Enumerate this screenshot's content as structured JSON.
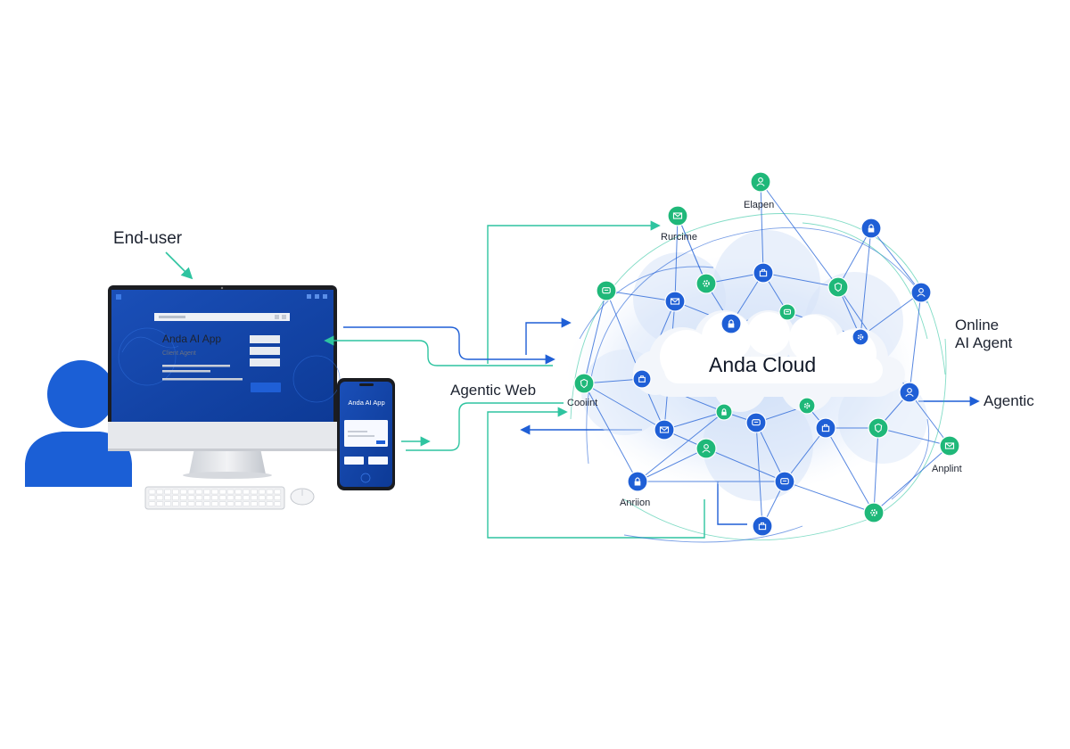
{
  "labels": {
    "end_user": "End-user",
    "agentic_web": "Agentic Web",
    "cloud_title": "Anda Cloud",
    "online_agent_line1": "Online",
    "online_agent_line2": "AI Agent",
    "agentic": "Agentic"
  },
  "desktop_app": {
    "title": "Anda AI App",
    "subtitle": "Client Agent"
  },
  "mobile_app": {
    "title": "Anda AI App"
  },
  "node_labels": {
    "top": "Elapen",
    "top_left": "Rurcime",
    "left": "Cooiint",
    "bottom_left": "Anriion",
    "bottom_right": "Anplint"
  },
  "colors": {
    "blue": "#1f5fd6",
    "deep_blue": "#1948b8",
    "green": "#1fb879",
    "teal_line": "#2ec4a0",
    "cloud_tint": "#c9dbf7"
  }
}
